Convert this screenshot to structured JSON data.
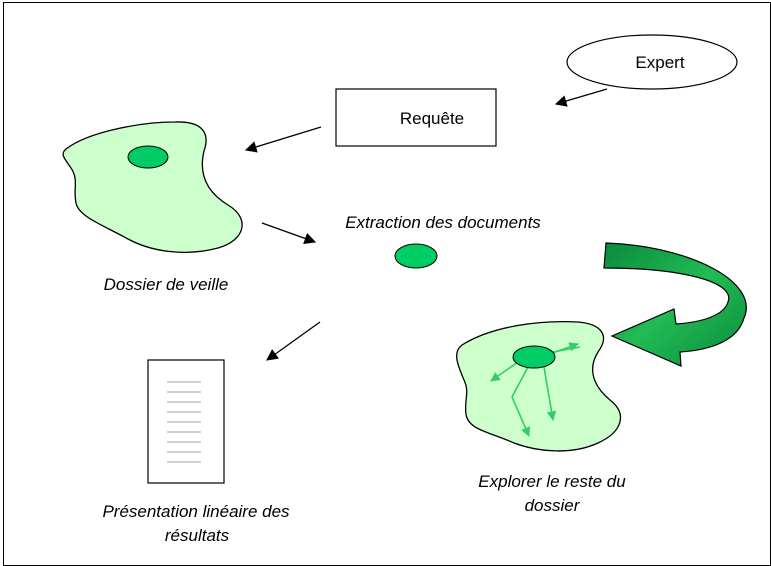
{
  "nodes": {
    "expert": "Expert",
    "requete": "Requête",
    "dossier_veille": "Dossier de veille",
    "extraction": "Extraction des documents",
    "explorer_line1": "Explorer le reste du",
    "explorer_line2": "dossier",
    "presentation_line1": "Présentation linéaire des",
    "presentation_line2": "résultats"
  },
  "colors": {
    "blob_fill": "#ccffcc",
    "document_marker": "#00cc66",
    "curved_arrow": "#00a050",
    "navigation_arrows": "#33cc66",
    "stroke": "#000000"
  }
}
